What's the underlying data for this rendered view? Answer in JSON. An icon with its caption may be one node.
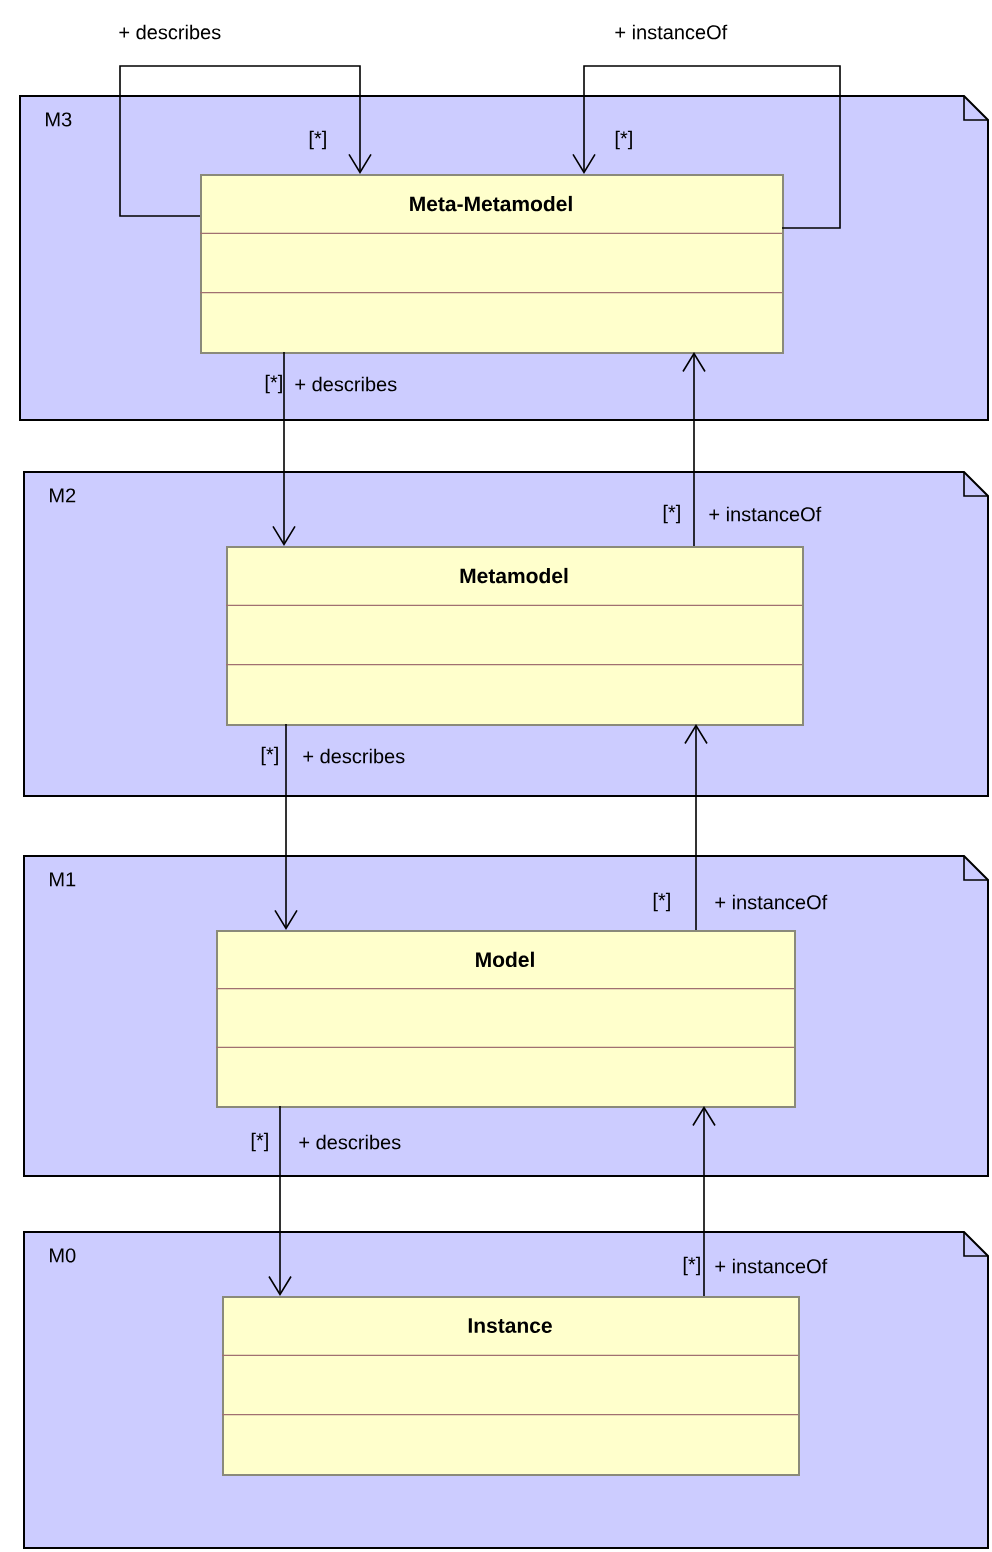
{
  "diagram": {
    "nodes": [
      {
        "text": [
          "M3"
        ]
      },
      {
        "text": [
          "Meta-Metamodel"
        ],
        "in": 0
      },
      {
        "text": [
          "M2"
        ]
      },
      {
        "text": [
          "Metamodel"
        ],
        "in": 2
      },
      {
        "text": [
          "M1"
        ]
      },
      {
        "text": [
          "Model"
        ],
        "in": 4
      },
      {
        "text": [
          "M0"
        ]
      },
      {
        "text": [
          "Instance"
        ],
        "in": 6
      }
    ],
    "edges": [
      {
        "from": 1,
        "to": 1,
        "arrow": "to",
        "label": "+ describes"
      },
      {
        "from": 1,
        "to": 1,
        "arrow": "to",
        "label": "+ instanceOf"
      },
      {
        "from": 1,
        "to": 3,
        "arrow": "to",
        "label": "+ describes"
      },
      {
        "from": 3,
        "to": 1,
        "arrow": "to",
        "label": "+ instanceOf"
      },
      {
        "from": 3,
        "to": 5,
        "arrow": "to",
        "label": "+ describes"
      },
      {
        "from": 5,
        "to": 3,
        "arrow": "to",
        "label": "+ instanceOf"
      },
      {
        "from": 5,
        "to": 7,
        "arrow": "to",
        "label": "+ describes"
      },
      {
        "from": 7,
        "to": 5,
        "arrow": "to",
        "label": "+ instanceOf"
      }
    ],
    "labels": [
      "[*]",
      "[*]",
      "[*]",
      "[*]",
      "[*]",
      "[*]",
      "[*]",
      "[*]"
    ]
  }
}
